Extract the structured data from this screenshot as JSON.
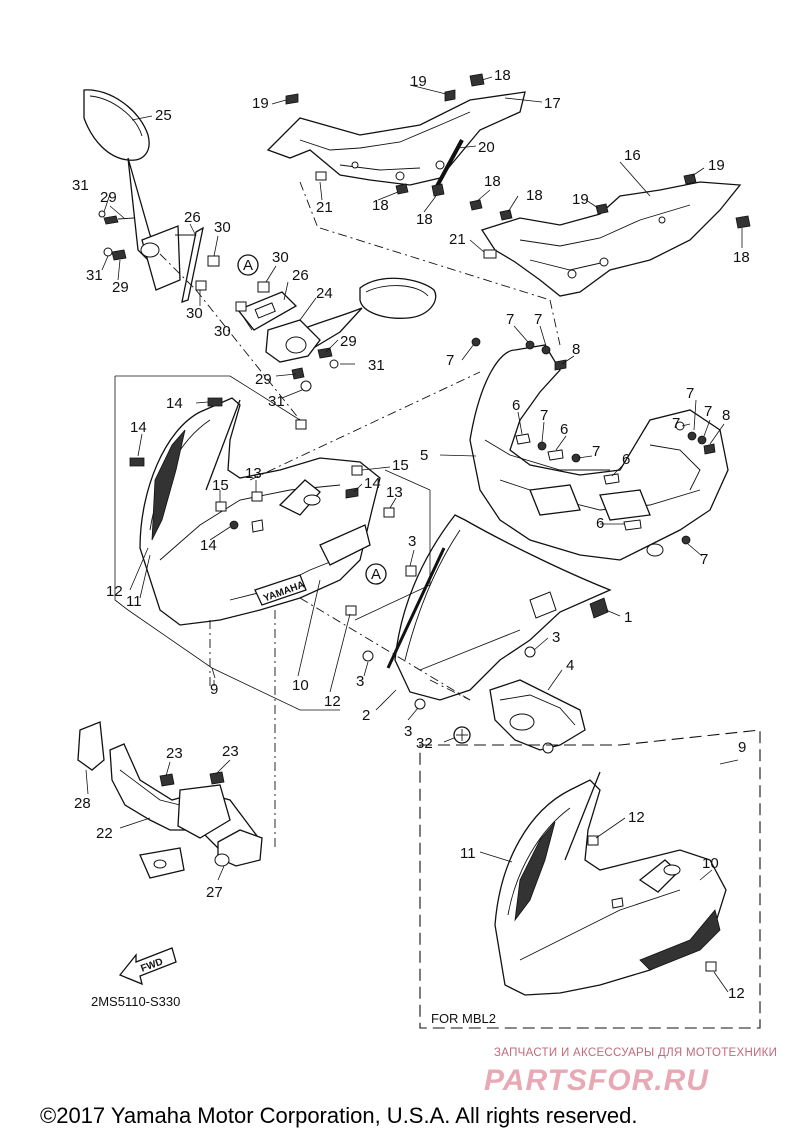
{
  "diagram": {
    "code": "2MS5110-S330",
    "fwd_label": "FWD",
    "variant_label": "FOR MBL2",
    "reference_marker": "A",
    "callouts": [
      "1",
      "2",
      "3",
      "4",
      "5",
      "6",
      "7",
      "8",
      "9",
      "10",
      "11",
      "12",
      "13",
      "14",
      "15",
      "16",
      "17",
      "18",
      "19",
      "20",
      "21",
      "22",
      "23",
      "24",
      "25",
      "26",
      "27",
      "28",
      "29",
      "30",
      "31",
      "32"
    ],
    "fairing_badge": "YAMAHA"
  },
  "watermark": {
    "tagline": "ЗАПЧАСТИ И АКСЕССУАРЫ ДЛЯ МОТОТЕХНИКИ",
    "site": "PARTSFOR.RU"
  },
  "copyright": "©2017 Yamaha Motor Corporation, U.S.A. All rights reserved."
}
